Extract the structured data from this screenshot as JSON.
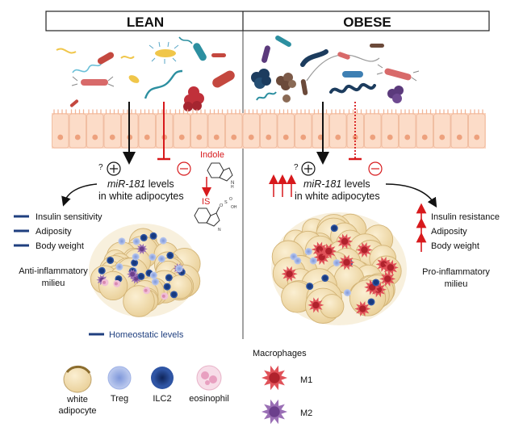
{
  "header": {
    "lean": "LEAN",
    "obese": "OBESE"
  },
  "lean": {
    "question": "?",
    "mir_italic": "miR-181",
    "mir_rest": " levels",
    "mir_line2": "in white adipocytes",
    "indole": "Indole",
    "is_label": "IS",
    "metrics": [
      "Insulin sensitivity",
      "Adiposity",
      "Body weight"
    ],
    "milieu": [
      "Anti-inflammatory",
      "milieu"
    ]
  },
  "obese": {
    "question": "?",
    "mir_italic": "miR-181",
    "mir_rest": " levels",
    "mir_line2": "in white adipocytes",
    "metrics": [
      "Insulin resistance",
      "Adiposity",
      "Body weight"
    ],
    "milieu": [
      "Pro-inflammatory",
      "milieu"
    ]
  },
  "legend": {
    "homeostatic": "Homeostatic levels",
    "macrophages": "Macrophages",
    "cells": [
      {
        "lines": [
          "white",
          "adipocyte"
        ]
      },
      {
        "lines": [
          "Treg"
        ]
      },
      {
        "lines": [
          "ILC2"
        ]
      },
      {
        "lines": [
          "eosinophil"
        ]
      }
    ],
    "m1": "M1",
    "m2": "M2"
  },
  "colors": {
    "red": "#d7191c",
    "navy": "#1f3f7f",
    "adipocyte": "#f2dcae",
    "m1": "#e05259",
    "m2": "#9a6fb5"
  },
  "icons": {
    "plus_circle": "plus-circle-icon",
    "minus_circle": "minus-circle-icon",
    "indole": "indole-structure-icon",
    "indoxyl_sulfate": "indoxyl-sulfate-structure-icon"
  }
}
